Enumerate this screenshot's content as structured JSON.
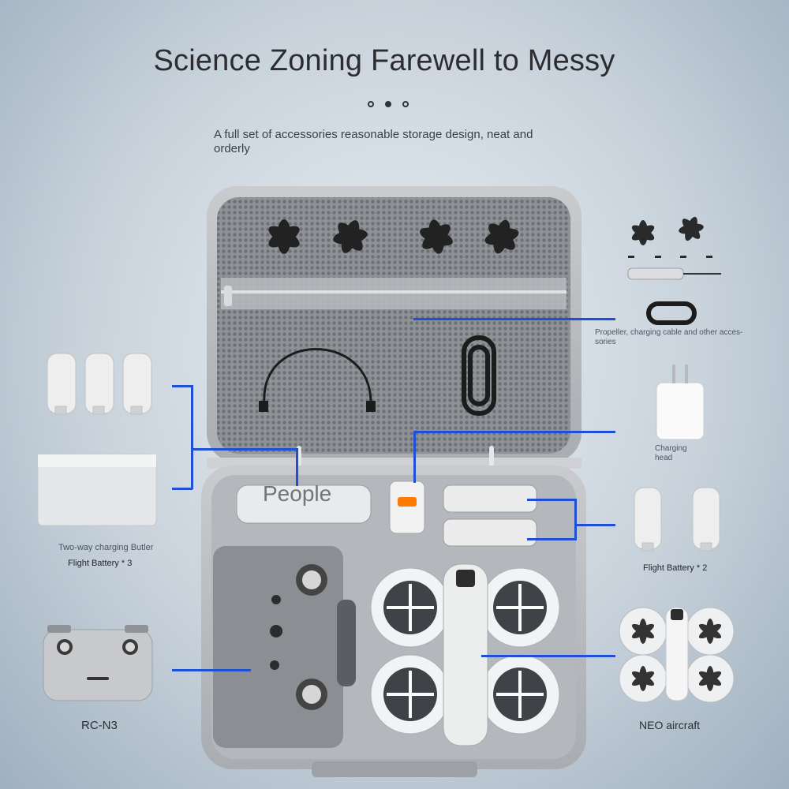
{
  "header": {
    "title": "Science Zoning Farewell to Messy",
    "subtitle": "A full set of accessories reasonable storage design, neat and orderly",
    "pagination": {
      "count": 3,
      "active_index": 1
    }
  },
  "callouts": {
    "propeller_cable": "Propeller, charging cable and other acces-sories",
    "charging_head": "Charging head",
    "charging_butler": "Two-way charging Butler",
    "flight_battery_3": "Flight Battery * 3",
    "flight_battery_2": "Flight Battery * 2",
    "rc": "RC-N3",
    "aircraft": "NEO aircraft"
  },
  "watermark": {
    "text": "People"
  },
  "colors": {
    "callout_line": "#1f4fd6",
    "case_shell": "#b9bcc0",
    "mesh": "#8a8d91",
    "title_text": "#2b2d31"
  }
}
